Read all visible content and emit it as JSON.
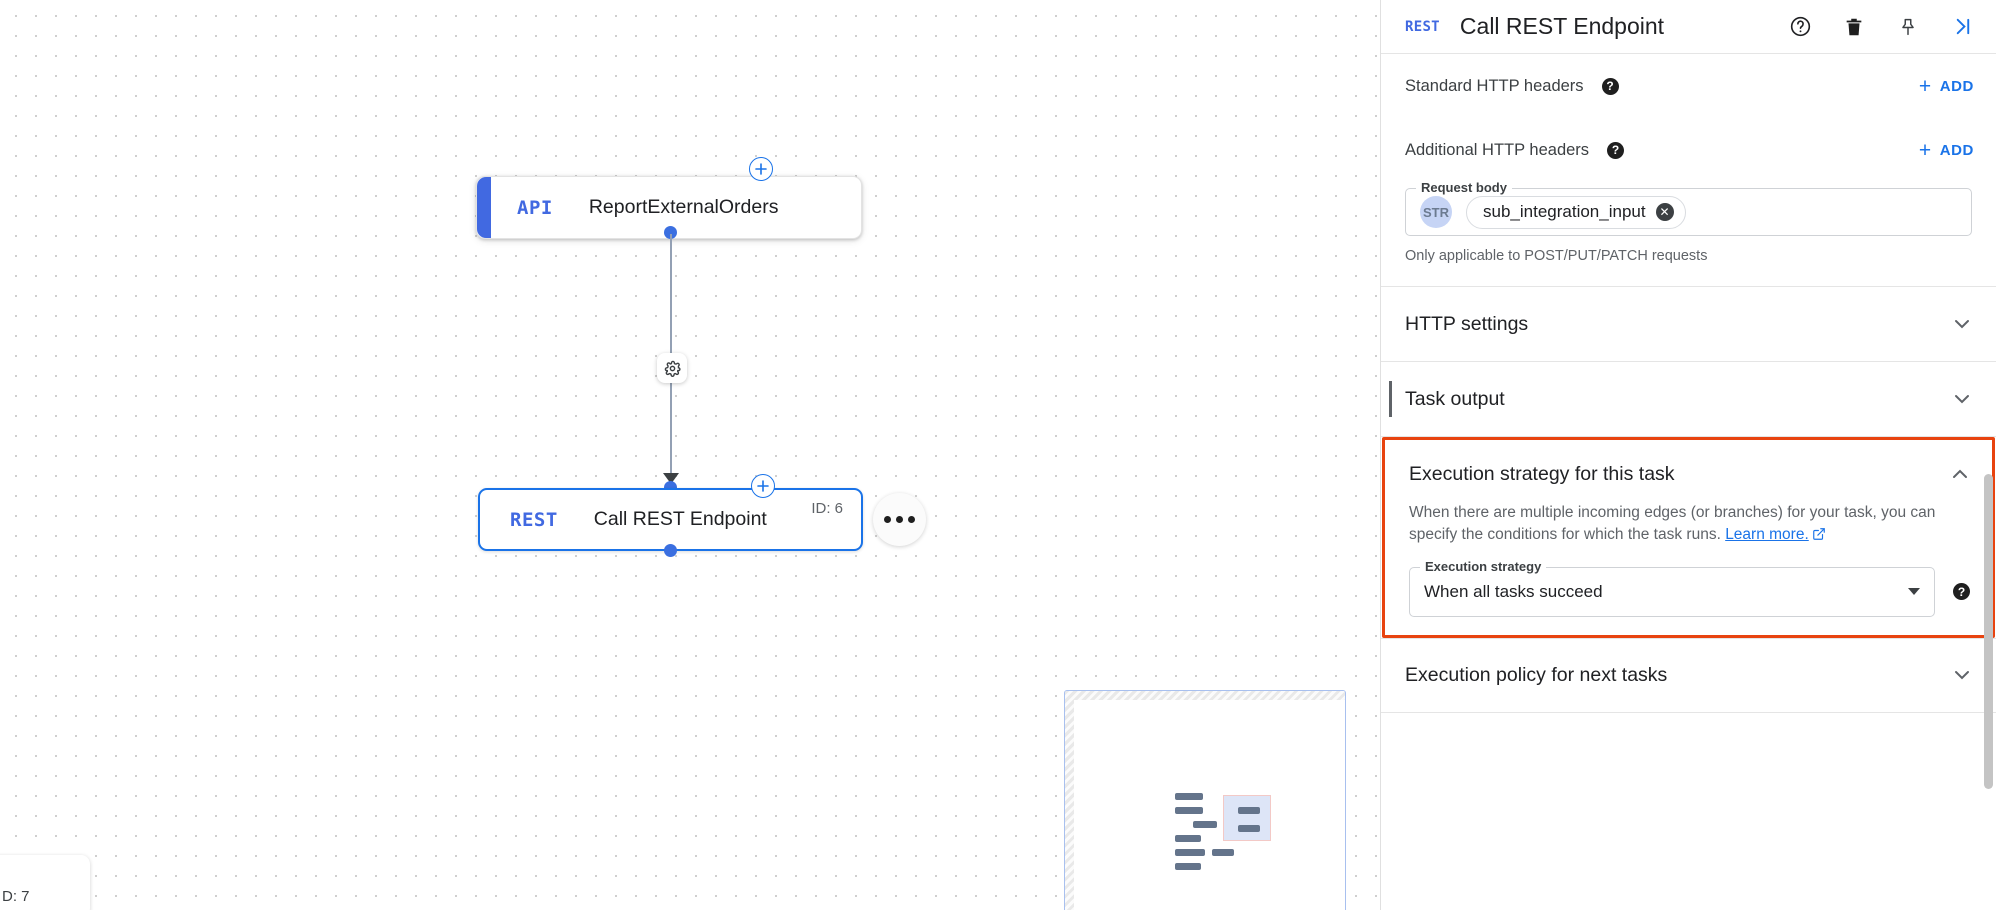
{
  "canvas": {
    "nodes": [
      {
        "badge": "API",
        "title": "ReportExternalOrders",
        "id_label": ""
      },
      {
        "badge": "REST",
        "title": "Call REST Endpoint",
        "id_label": "ID: 6"
      }
    ],
    "add_node_icon": "plus-circle-icon",
    "edge_config_icon": "gear-icon",
    "more_options_icon": "more-horizontal-icon",
    "offscreen_node_id": "D: 7"
  },
  "panel": {
    "header": {
      "badge": "REST",
      "title": "Call REST Endpoint",
      "help_icon": "help-circle-icon",
      "delete_icon": "trash-icon",
      "pin_icon": "pin-icon",
      "collapse_icon": "collapse-right-icon"
    },
    "standard_headers": {
      "label": "Standard HTTP headers",
      "help_icon": "help-filled-icon",
      "add_label": "ADD",
      "add_icon": "plus-icon"
    },
    "additional_headers": {
      "label": "Additional HTTP headers",
      "help_icon": "help-filled-icon",
      "add_label": "ADD",
      "add_icon": "plus-icon"
    },
    "request_body": {
      "legend": "Request body",
      "type_chip": "STR",
      "value": "sub_integration_input",
      "clear_icon": "clear-circle-icon",
      "helper": "Only applicable to POST/PUT/PATCH requests"
    },
    "sections": [
      {
        "title": "HTTP settings",
        "expanded": false,
        "chevron": "chevron-down-icon"
      },
      {
        "title": "Task output",
        "expanded": false,
        "chevron": "chevron-down-icon"
      },
      {
        "title": "Execution policy for next tasks",
        "expanded": false,
        "chevron": "chevron-down-icon"
      }
    ],
    "execution_strategy": {
      "title": "Execution strategy for this task",
      "chevron": "chevron-up-icon",
      "description_part1": "When there are multiple incoming edges (or branches) for your task, you can specify the conditions for which the task runs. ",
      "link_text": "Learn more.",
      "link_icon": "external-link-icon",
      "field_legend": "Execution strategy",
      "field_value": "When all tasks succeed",
      "dropdown_icon": "chevron-down-icon",
      "help_icon": "help-filled-icon",
      "highlight_color": "#e8430f"
    }
  },
  "colors": {
    "accent_blue": "#1a73e8",
    "node_blue": "#4169e1",
    "highlight_orange": "#e8430f",
    "text_primary": "#202124",
    "text_secondary": "#5f6368"
  }
}
